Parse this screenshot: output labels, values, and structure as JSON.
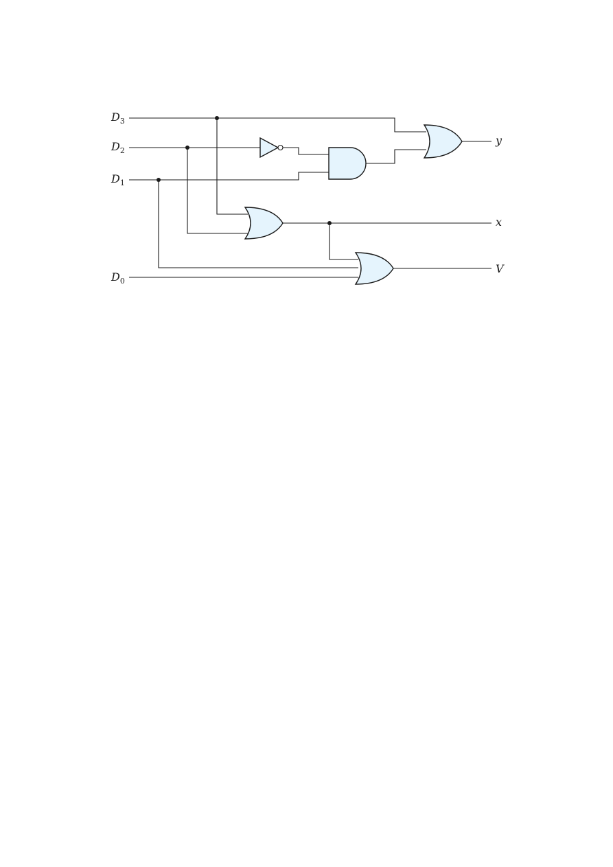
{
  "inputs": [
    {
      "id": "d3",
      "label": "D",
      "subscript": "3"
    },
    {
      "id": "d2",
      "label": "D",
      "subscript": "2"
    },
    {
      "id": "d1",
      "label": "D",
      "subscript": "1"
    },
    {
      "id": "d0",
      "label": "D",
      "subscript": "0"
    }
  ],
  "outputs": [
    {
      "id": "y",
      "label": "y"
    },
    {
      "id": "x",
      "label": "x"
    },
    {
      "id": "v",
      "label": "V"
    }
  ],
  "colors": {
    "gate_fill": "#e5f4fd",
    "line": "#1a1a1a",
    "background": "#ffffff"
  }
}
